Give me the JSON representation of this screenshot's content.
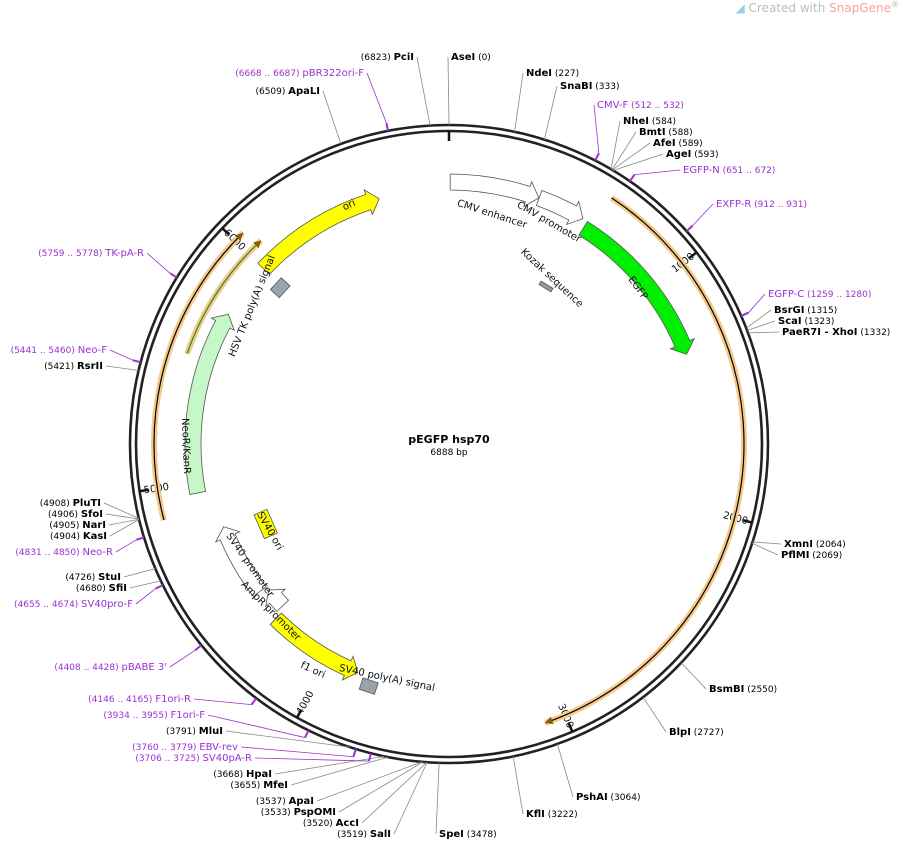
{
  "credit": {
    "prefix": "Created with",
    "brand": "SnapGene",
    "mark": "®"
  },
  "plasmid": {
    "name": "pEGFP hsp70",
    "size_label": "6888 bp",
    "length": 6888
  },
  "ticks": [
    1000,
    2000,
    3000,
    4000,
    5000,
    6000
  ],
  "tick_labels": [
    "1000",
    "2000",
    "3000",
    "4000",
    "5000",
    "6000"
  ],
  "features": [
    {
      "name": "ori",
      "start": 5996,
      "end": 6584,
      "dir": 1,
      "color": "#ffff00",
      "kind": "arrow"
    },
    {
      "name": "CMV enhancer",
      "start": 5,
      "end": 384,
      "dir": 1,
      "color": "#ffffff",
      "kind": "arrow"
    },
    {
      "name": "CMV promoter",
      "start": 385,
      "end": 588,
      "dir": 1,
      "color": "#ffffff",
      "kind": "arrow"
    },
    {
      "name": "Kozak sequence",
      "start": 600,
      "end": 610,
      "dir": 0,
      "color": "#999999",
      "kind": "box"
    },
    {
      "name": "EGFP",
      "start": 610,
      "end": 1326,
      "dir": 1,
      "color": "#00ee00",
      "kind": "arrow"
    },
    {
      "name": "HSV TK poly(A) signal",
      "start": 5960,
      "end": 6010,
      "dir": 0,
      "color": "#99a3ab",
      "kind": "box"
    },
    {
      "name": "NeoR/KanR",
      "start": 4955,
      "end": 5749,
      "dir": 1,
      "color": "#c6f7c6",
      "kind": "arrow"
    },
    {
      "name": "SV40 ori",
      "start": 4650,
      "end": 4780,
      "dir": 0,
      "color": "#ffff00",
      "kind": "box"
    },
    {
      "name": "SV40 promoter",
      "start": 4440,
      "end": 4780,
      "dir": 1,
      "color": "#ffffff",
      "kind": "arrow"
    },
    {
      "name": "AmpR promoter",
      "start": 4320,
      "end": 4420,
      "dir": 1,
      "color": "#ffffff",
      "kind": "arrow"
    },
    {
      "name": "f1 ori",
      "start": 3860,
      "end": 4300,
      "dir": -1,
      "color": "#ffff00",
      "kind": "arrow"
    },
    {
      "name": "SV40 poly(A) signal",
      "start": 3750,
      "end": 3840,
      "dir": 0,
      "color": "#99a3ab",
      "kind": "box"
    }
  ],
  "orange_arcs": [
    {
      "start": 640,
      "end": 3080,
      "dir": 1,
      "inner": "#000000"
    },
    {
      "start": 4880,
      "end": 6040,
      "dir": 1,
      "inner": "#000000"
    },
    {
      "start": 5530,
      "end": 6070,
      "dir": 1,
      "inner": "#228b22"
    }
  ],
  "enzymes": [
    {
      "name": "PciI",
      "pos": "(6823)",
      "site": 6823
    },
    {
      "name": "AseI",
      "pos": "(0)",
      "site": 0
    },
    {
      "name": "NdeI",
      "pos": "(227)",
      "site": 227
    },
    {
      "name": "SnaBI",
      "pos": "(333)",
      "site": 333
    },
    {
      "name": "NheI",
      "pos": "(584)",
      "site": 584
    },
    {
      "name": "BmtI",
      "pos": "(588)",
      "site": 588
    },
    {
      "name": "AfeI",
      "pos": "(589)",
      "site": 589
    },
    {
      "name": "AgeI",
      "pos": "(593)",
      "site": 593
    },
    {
      "name": "BsrGI",
      "pos": "(1315)",
      "site": 1315
    },
    {
      "name": "ScaI",
      "pos": "(1323)",
      "site": 1323
    },
    {
      "name": "PaeR7I - XhoI",
      "pos": "(1332)",
      "site": 1332
    },
    {
      "name": "XmnI",
      "pos": "(2064)",
      "site": 2064
    },
    {
      "name": "PflMI",
      "pos": "(2069)",
      "site": 2069
    },
    {
      "name": "BsmBI",
      "pos": "(2550)",
      "site": 2550
    },
    {
      "name": "BlpI",
      "pos": "(2727)",
      "site": 2727
    },
    {
      "name": "PshAI",
      "pos": "(3064)",
      "site": 3064
    },
    {
      "name": "KflI",
      "pos": "(3222)",
      "site": 3222
    },
    {
      "name": "SpeI",
      "pos": "(3478)",
      "site": 3478
    },
    {
      "name": "SalI",
      "pos": "(3519)",
      "site": 3519
    },
    {
      "name": "AccI",
      "pos": "(3520)",
      "site": 3520
    },
    {
      "name": "PspOMI",
      "pos": "(3533)",
      "site": 3533
    },
    {
      "name": "ApaI",
      "pos": "(3537)",
      "site": 3537
    },
    {
      "name": "MfeI",
      "pos": "(3655)",
      "site": 3655
    },
    {
      "name": "HpaI",
      "pos": "(3668)",
      "site": 3668
    },
    {
      "name": "MluI",
      "pos": "(3791)",
      "site": 3791
    },
    {
      "name": "SfiI",
      "pos": "(4680)",
      "site": 4680
    },
    {
      "name": "StuI",
      "pos": "(4726)",
      "site": 4726
    },
    {
      "name": "KasI",
      "pos": "(4904)",
      "site": 4904
    },
    {
      "name": "NarI",
      "pos": "(4905)",
      "site": 4905
    },
    {
      "name": "SfoI",
      "pos": "(4906)",
      "site": 4906
    },
    {
      "name": "PluTI",
      "pos": "(4908)",
      "site": 4908
    },
    {
      "name": "RsrII",
      "pos": "(5421)",
      "site": 5421
    },
    {
      "name": "ApaLI",
      "pos": "(6509)",
      "site": 6509
    }
  ],
  "primers": [
    {
      "name": "pBR322ori-F",
      "pos": "(6668 .. 6687)",
      "site": 6677
    },
    {
      "name": "CMV-F",
      "pos": "(512 .. 532)",
      "site": 522
    },
    {
      "name": "EGFP-N",
      "pos": "(651 .. 672)",
      "site": 661
    },
    {
      "name": "EXFP-R",
      "pos": "(912 .. 931)",
      "site": 921
    },
    {
      "name": "EGFP-C",
      "pos": "(1259 .. 1280)",
      "site": 1269
    },
    {
      "name": "TK-pA-R",
      "pos": "(5759 .. 5778)",
      "site": 5768
    },
    {
      "name": "Neo-F",
      "pos": "(5441 .. 5460)",
      "site": 5450
    },
    {
      "name": "Neo-R",
      "pos": "(4831 .. 4850)",
      "site": 4840
    },
    {
      "name": "SV40pro-F",
      "pos": "(4655 .. 4674)",
      "site": 4664
    },
    {
      "name": "pBABE 3'",
      "pos": "(4408 .. 4428)",
      "site": 4418
    },
    {
      "name": "F1ori-R",
      "pos": "(4146 .. 4165)",
      "site": 4155
    },
    {
      "name": "F1ori-F",
      "pos": "(3934 .. 3955)",
      "site": 3944
    },
    {
      "name": "EBV-rev",
      "pos": "(3760 .. 3779)",
      "site": 3769
    },
    {
      "name": "SV40pA-R",
      "pos": "(3706 .. 3725)",
      "site": 3715
    }
  ]
}
